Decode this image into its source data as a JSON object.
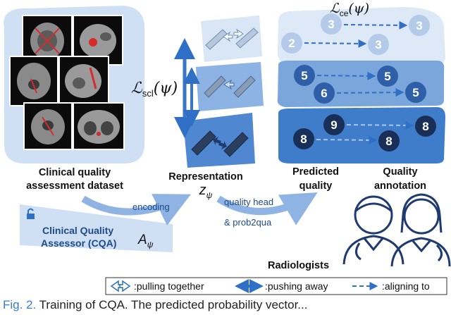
{
  "figure": {
    "dataset_label_line1": "Clinical quality",
    "dataset_label_line2": "assessment dataset",
    "representation_label": "Representation",
    "predicted_label_line1": "Predicted",
    "predicted_label_line2": "quality",
    "annotation_label_line1": "Quality",
    "annotation_label_line2": "annotation",
    "loss_scl": "ℒ",
    "loss_scl_sub": "scl",
    "loss_scl_arg": "(ψ)",
    "loss_ce": "ℒ",
    "loss_ce_sub": "ce",
    "loss_ce_arg": "(ψ)",
    "z_symbol": "z",
    "z_sub": "ψ",
    "encoding_label": "encoding",
    "quality_head_label": "quality head",
    "prob2qua_label": "& prob2qua",
    "cqa_line1": "Clinical Quality",
    "cqa_line2": "Assessor (CQA)",
    "cqa_symbol": "A",
    "cqa_sub": "ψ",
    "radiologists_label": "Radiologists",
    "legend": {
      "pull": ":pulling together",
      "push": ":pushing away",
      "align": ":aligning to"
    },
    "scores": {
      "top_pred": [
        "3",
        "2"
      ],
      "top_anno": [
        "3",
        "3"
      ],
      "mid_pred": [
        "5",
        "6"
      ],
      "mid_anno": [
        "5",
        "5"
      ],
      "bot_pred": [
        "9",
        "8"
      ],
      "bot_anno": [
        "8",
        "8"
      ]
    },
    "colors": {
      "light_blob": "#cfe0f4",
      "mid_blob": "#7aa6dc",
      "dark_blob": "#3f7cc9",
      "dark_circle": "#1e3a6e",
      "arrow": "#2f6fc6"
    }
  },
  "caption": {
    "label": "Fig. 2.",
    "text": "Training of CQA. The predicted probability vector..."
  }
}
